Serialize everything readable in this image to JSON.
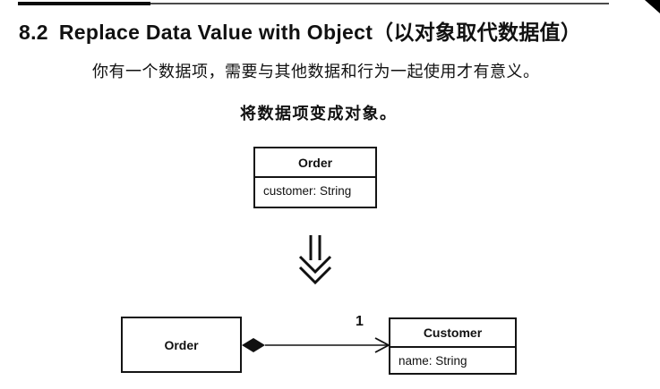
{
  "header": {
    "section_number": "8.2",
    "section_title": "Replace Data Value with Object（以对象取代数据值）"
  },
  "body": {
    "intro": "你有一个数据项，需要与其他数据和行为一起使用才有意义。",
    "directive": "将数据项变成对象。"
  },
  "uml": {
    "before": {
      "class_name": "Order",
      "attributes": [
        "customer: String"
      ]
    },
    "transform_icon": "double-down-arrow-icon",
    "after": {
      "order_class_name": "Order",
      "customer_class_name": "Customer",
      "customer_attributes": [
        "name: String"
      ],
      "multiplicity": "1",
      "connector_icons": [
        "composition-diamond-icon",
        "open-arrowhead-icon"
      ]
    }
  },
  "colors": {
    "ink": "#111111",
    "paper": "#ffffff"
  }
}
